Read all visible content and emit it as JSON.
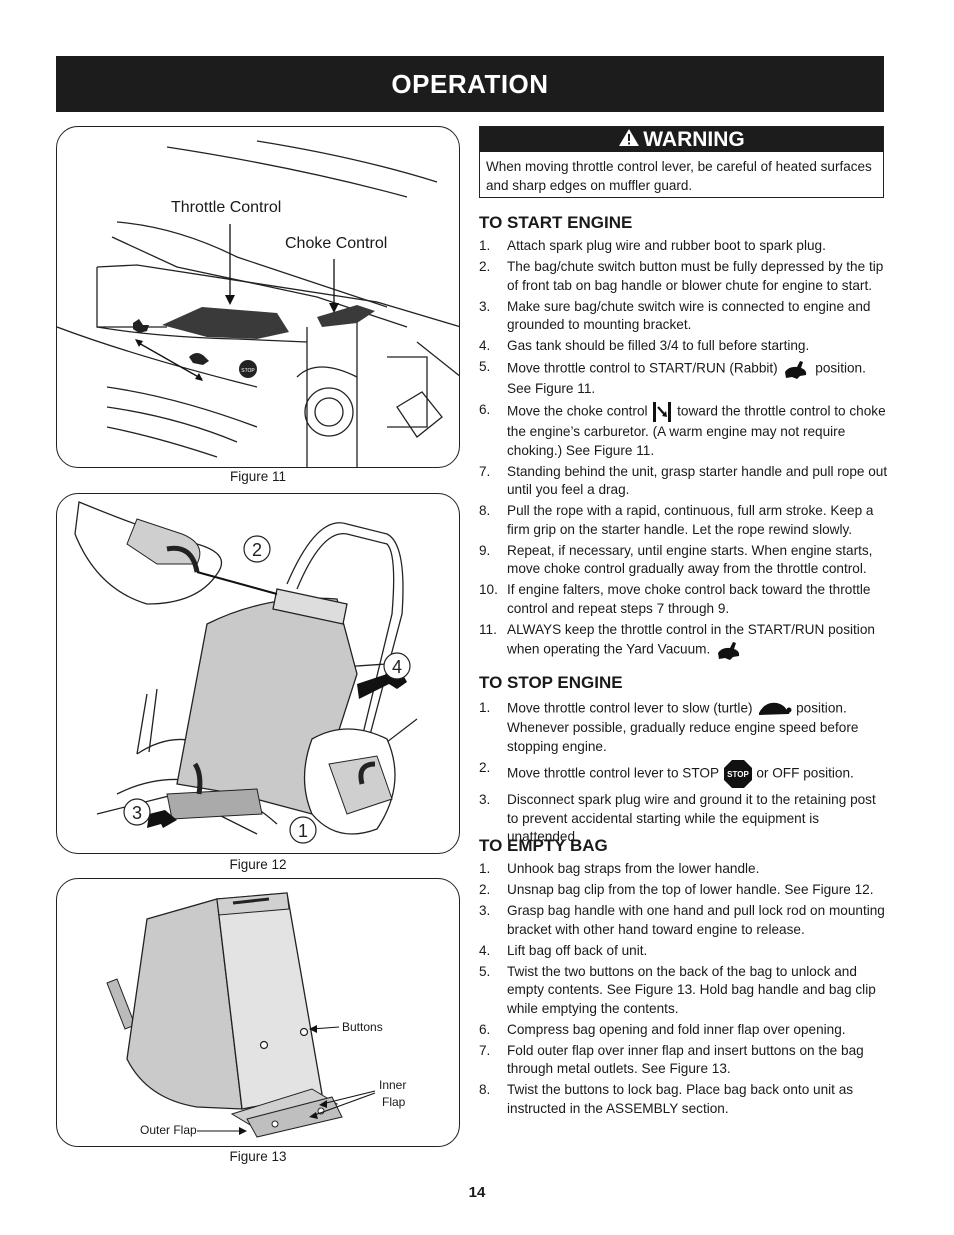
{
  "header": {
    "title": "OPERATION"
  },
  "figures": {
    "fig11": {
      "caption": "Figure 11",
      "throttle_label": "Throttle Control",
      "choke_label": "Choke Control",
      "stop_text": "STOP"
    },
    "fig12": {
      "caption": "Figure 12",
      "callouts": [
        "1",
        "2",
        "3",
        "4"
      ]
    },
    "fig13": {
      "caption": "Figure 13",
      "buttons_label": "Buttons",
      "inner_flap_line1": "Inner",
      "inner_flap_line2": "Flap",
      "outer_flap_label": "Outer Flap"
    }
  },
  "warning": {
    "title": "WARNING",
    "text": "When moving throttle control lever, be careful of heated surfaces and sharp edges on muffler guard."
  },
  "start_engine": {
    "title": "TO START ENGINE",
    "items": [
      "Attach spark plug wire and rubber boot to spark plug.",
      "The bag/chute switch button must be fully depressed by the tip of front tab on bag handle or blower chute for engine to start.",
      "Make sure bag/chute switch wire is connected to engine and grounded to mounting bracket.",
      "Gas tank should be filled 3/4 to full before starting.",
      {
        "before": "Move throttle control to START/RUN (Rabbit)",
        "icon": "rabbit-icon",
        "after": "position. See Figure 11."
      },
      {
        "before": "Move the choke control",
        "icon": "choke-icon",
        "after": "toward the throttle control to choke the engine’s carburetor. (A warm engine may not require choking.) See Figure 11."
      },
      "Standing behind the unit, grasp starter handle and pull rope out until you feel a drag.",
      "Pull the rope with a rapid, continuous, full arm stroke. Keep a firm grip on the starter handle. Let the rope rewind slowly.",
      "Repeat, if necessary, until engine starts. When engine starts, move choke control gradually away from the throttle control.",
      "If engine falters, move choke control back toward the throttle control and repeat steps 7 through 9.",
      {
        "before": "ALWAYS keep the throttle control in the START/RUN position when operating the Yard Vacuum.",
        "icon": "rabbit-icon",
        "after": ""
      }
    ]
  },
  "stop_engine": {
    "title": "TO STOP ENGINE",
    "items": [
      {
        "before": "Move throttle control lever to slow (turtle)",
        "icon": "turtle-icon",
        "after": "position. Whenever possible, gradually reduce engine speed before stopping engine."
      },
      {
        "before": "Move throttle control lever to STOP",
        "icon": "stop-icon",
        "after": "or OFF position."
      },
      "Disconnect spark plug wire and ground it to the retaining post to prevent accidental starting while the equipment is unattended."
    ]
  },
  "empty_bag": {
    "title": "TO EMPTY BAG",
    "items": [
      "Unhook bag straps from the lower handle.",
      "Unsnap bag clip from the top of lower handle. See Figure 12.",
      "Grasp bag handle with one hand and pull lock rod on mounting bracket with other hand toward engine to release.",
      "Lift bag off back of unit.",
      "Twist the two buttons on the back of the bag to unlock and empty contents. See Figure 13. Hold bag handle and bag clip while emptying the contents.",
      "Compress bag opening and fold inner flap over opening.",
      "Fold outer flap over inner flap and insert buttons on the bag through metal outlets. See Figure 13.",
      "Twist the buttons to lock bag. Place bag back onto unit as instructed in the ASSEMBLY section."
    ]
  },
  "page_number": "14"
}
